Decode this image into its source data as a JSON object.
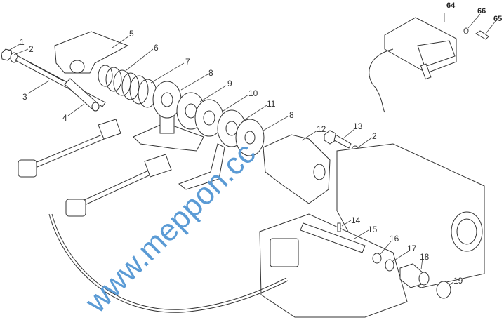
{
  "diagram": {
    "title": "Exploded parts diagram",
    "callouts": [
      "1",
      "2",
      "3",
      "4",
      "5",
      "6",
      "7",
      "8",
      "9",
      "10",
      "11",
      "8",
      "12",
      "13",
      "2",
      "14",
      "15",
      "16",
      "17",
      "18",
      "19",
      "64",
      "66",
      "65"
    ],
    "watermark": "www.meppon.cc",
    "colors": {
      "line": "#333333",
      "watermark": "#5b9bd5"
    }
  }
}
